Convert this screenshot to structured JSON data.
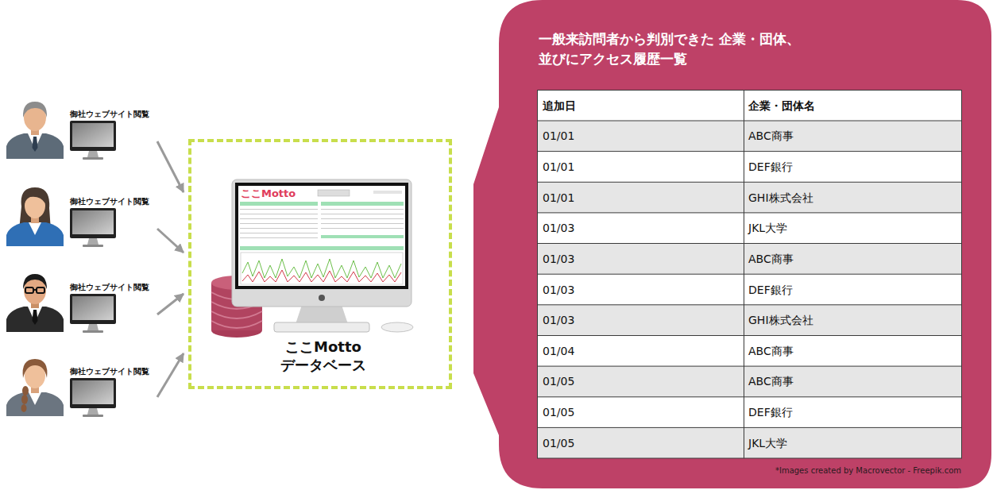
{
  "diagram": {
    "nodes": [
      {
        "text": [
          "御社ウェブサイト閲覧"
        ]
      },
      {
        "text": [
          "御社ウェブサイト閲覧"
        ]
      },
      {
        "text": [
          "御社ウェブサイト閲覧"
        ]
      },
      {
        "text": [
          "御社ウェブサイト閲覧"
        ]
      },
      {
        "text": [
          "ここMotto データベース"
        ]
      },
      {
        "text": [
          "一般来訪問者から判別できた 企業・団体、並びにアクセス履歴一覧"
        ]
      }
    ],
    "edges": [
      {
        "from": 0,
        "to": 4,
        "arrow": "to"
      },
      {
        "from": 1,
        "to": 4,
        "arrow": "to"
      },
      {
        "from": 2,
        "to": 4,
        "arrow": "to"
      },
      {
        "from": 3,
        "to": 4,
        "arrow": "to"
      }
    ],
    "labels": [
      "ここMotto",
      "追加日",
      "企業・団体名",
      "01/01",
      "ABC商事",
      "01/01",
      "DEF銀行",
      "01/01",
      "GHI株式会社",
      "01/03",
      "JKL大学",
      "01/03",
      "ABC商事",
      "01/03",
      "DEF銀行",
      "01/03",
      "GHI株式会社",
      "01/04",
      "ABC商事",
      "01/05",
      "ABC商事",
      "01/05",
      "DEF銀行",
      "01/05",
      "JKL大学",
      "*Images created by Macrovector - Freepik.com"
    ]
  }
}
